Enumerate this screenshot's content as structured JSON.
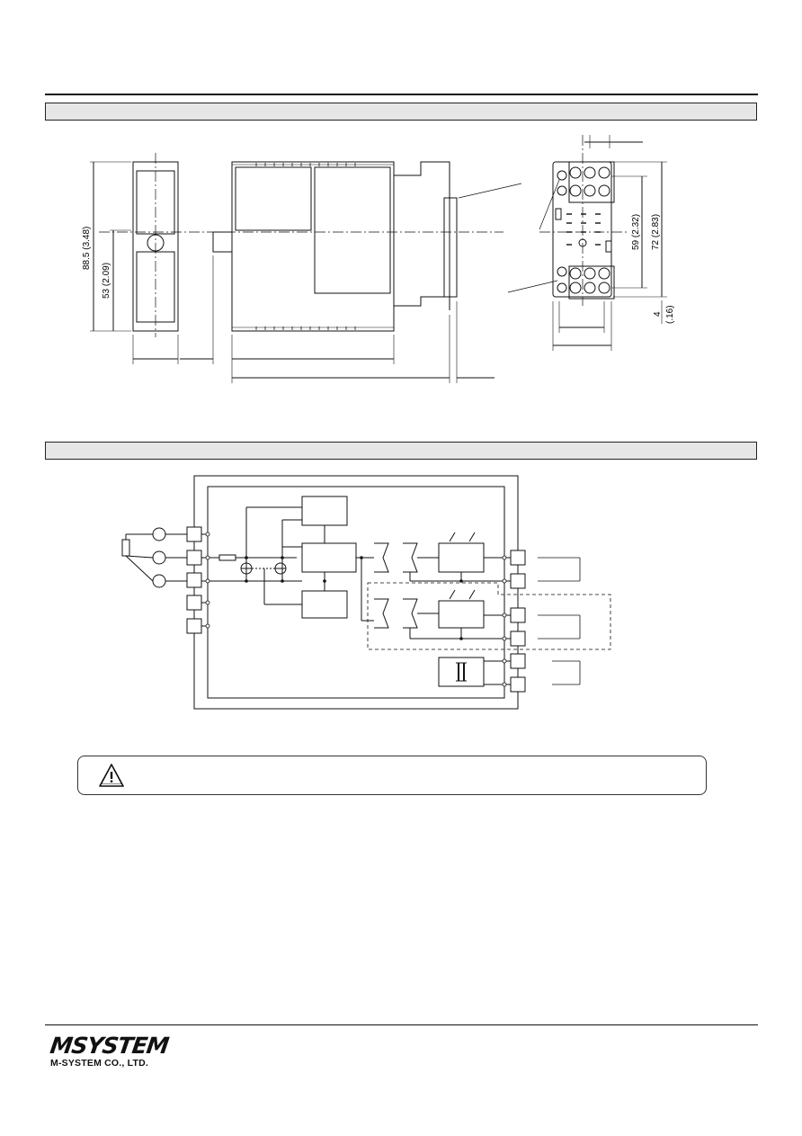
{
  "dimensions": {
    "height_overall": "88.5 (3.48)",
    "height_mounting": "53 (2.09)",
    "socket_pitch_inner": "59 (2.32)",
    "socket_pitch_outer": "72 (2.83)",
    "socket_clearance": "4",
    "socket_clearance_in": "(.16)"
  },
  "footer": {
    "logo_mark": "MSYSTEM",
    "company": "M-SYSTEM CO., LTD."
  },
  "colors": {
    "line": "#111111",
    "section_fill": "#e6e6e6"
  }
}
